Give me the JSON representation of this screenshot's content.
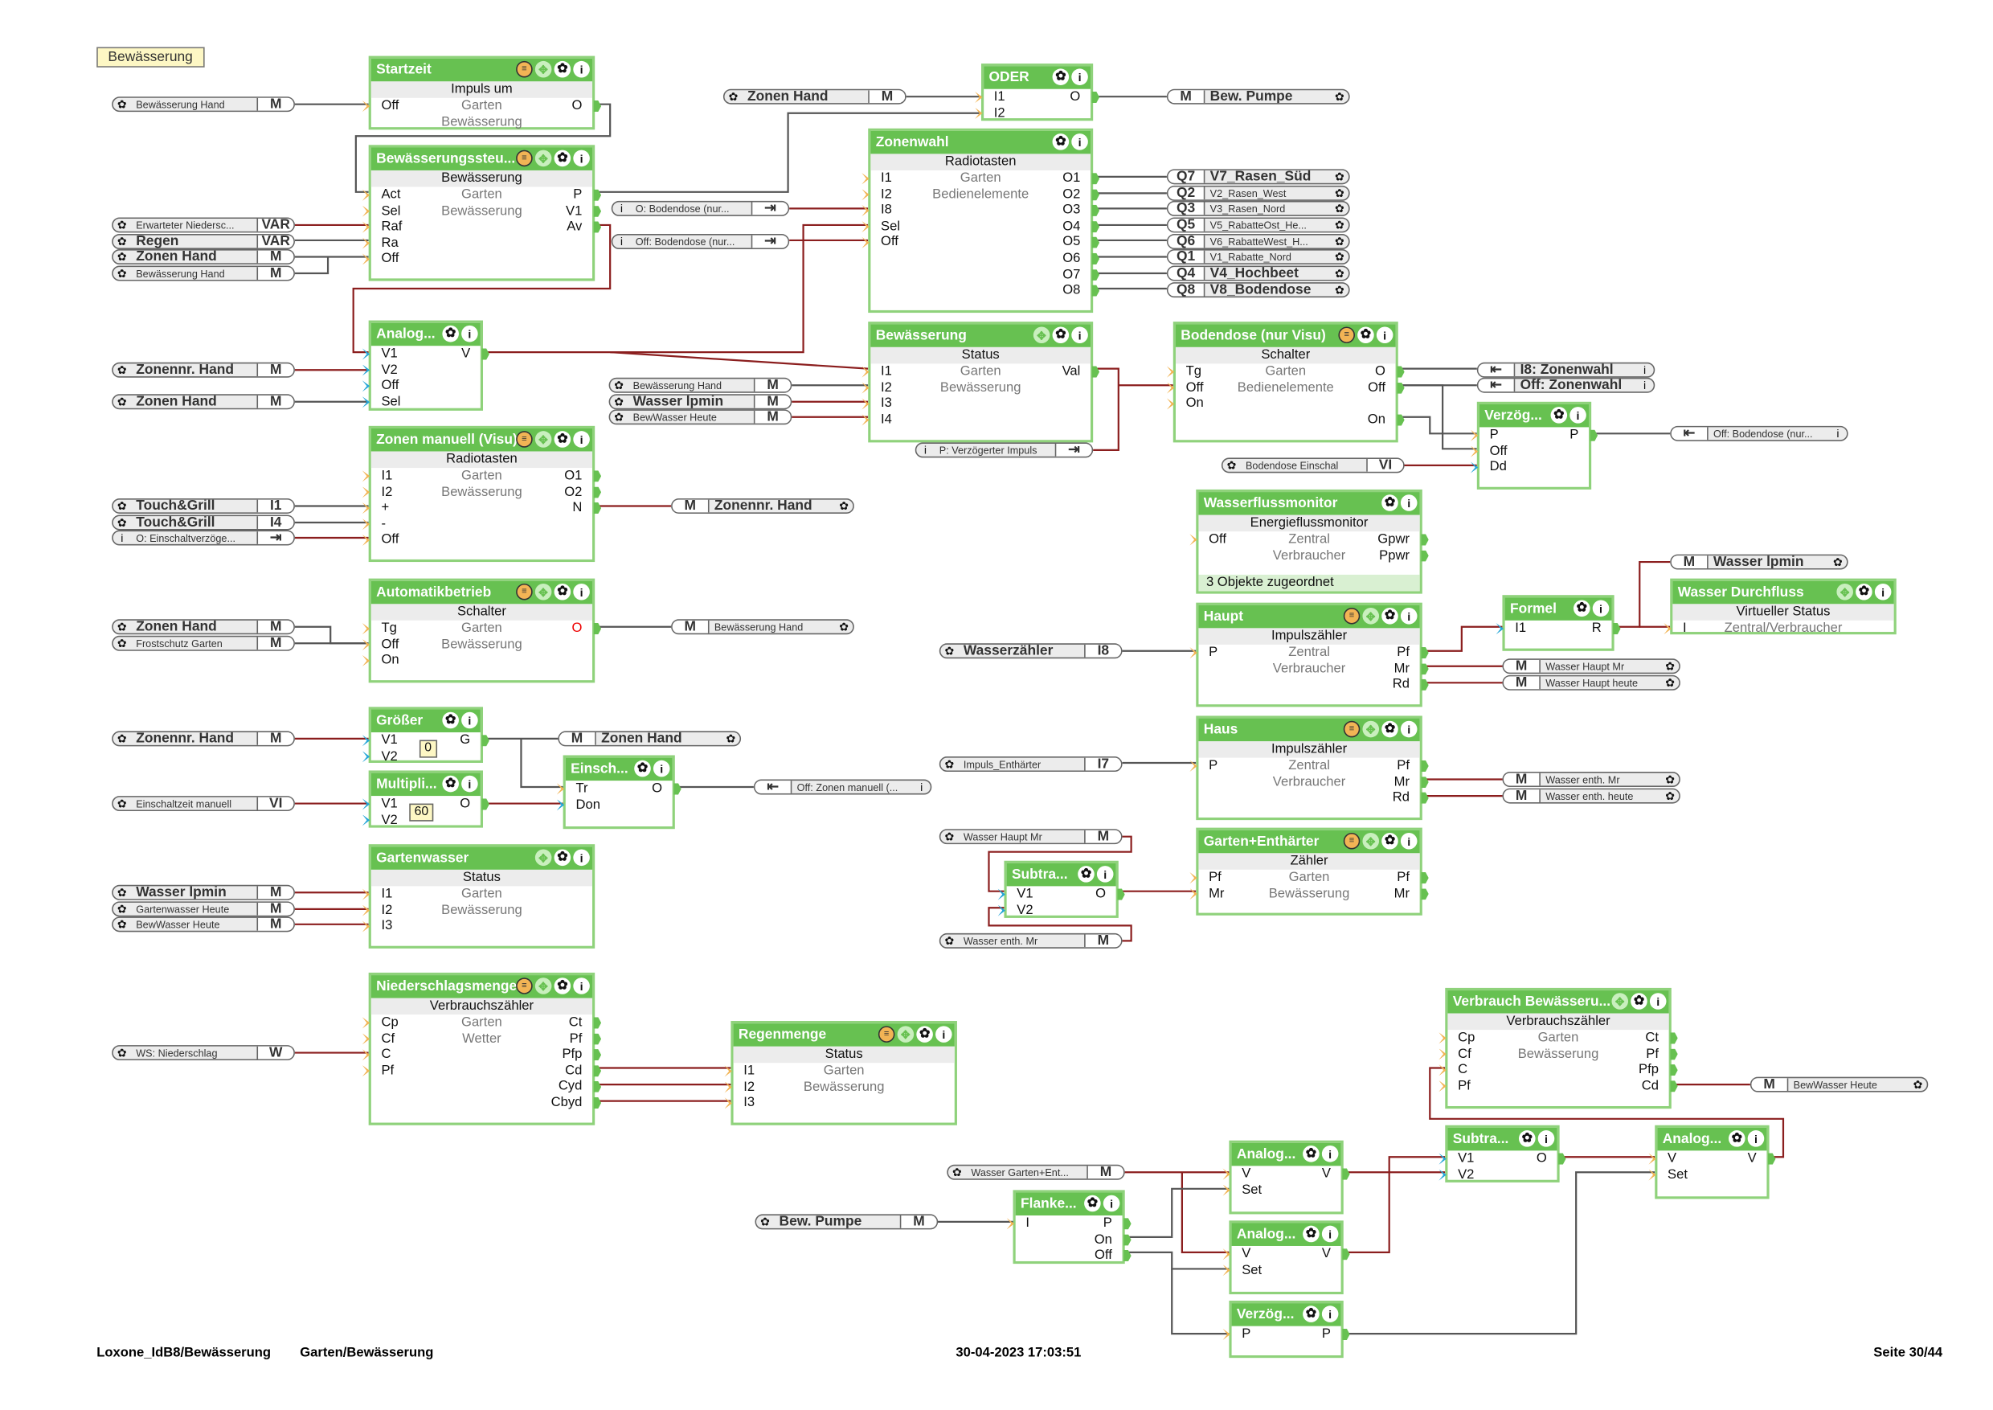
{
  "page_title_note": "Bewässerung",
  "footer": {
    "project": "Loxone_IdB8/Bewässerung",
    "location": "Garten/Bewässerung",
    "timestamp": "30-04-2023 17:03:51",
    "page": "Seite 30/44"
  },
  "blocks": [
    {
      "id": "startzeit",
      "title": "Startzeit",
      "type": "Impuls um",
      "room": "Garten",
      "cat": "Bewässerung",
      "icons": [
        "bell",
        "move",
        "gear",
        "info"
      ],
      "inputs": [
        "Off"
      ],
      "outputs": [
        "O"
      ]
    },
    {
      "id": "bewsteuer",
      "title": "Bewässerungssteu...",
      "type": "Bewässerung",
      "room": "Garten",
      "cat": "Bewässerung",
      "icons": [
        "bell",
        "move",
        "gear",
        "info"
      ],
      "inputs": [
        "Act",
        "Sel",
        "Raf",
        "Ra",
        "Off"
      ],
      "outputs": [
        "P",
        "V1",
        "Av"
      ]
    },
    {
      "id": "oder",
      "title": "ODER",
      "icons": [
        "gear",
        "info"
      ],
      "inputs": [
        "I1",
        "I2"
      ],
      "outputs": [
        "O"
      ]
    },
    {
      "id": "zonenwahl",
      "title": "Zonenwahl",
      "type": "Radiotasten",
      "room": "Garten",
      "cat": "Bedienelemente",
      "icons": [
        "gear",
        "info"
      ],
      "inputs": [
        "I1",
        "I2",
        "I8",
        "Sel",
        "Off"
      ],
      "outputs": [
        "O1",
        "O2",
        "O3",
        "O4",
        "O5",
        "O6",
        "O7",
        "O8"
      ]
    },
    {
      "id": "analog1",
      "title": "Analog...",
      "icons": [
        "gear",
        "info"
      ],
      "inputs": [
        "V1",
        "V2",
        "Off",
        "Sel"
      ],
      "outputs": [
        "V"
      ]
    },
    {
      "id": "bewstatus",
      "title": "Bewässerung",
      "type": "Status",
      "room": "Garten",
      "cat": "Bewässerung",
      "icons": [
        "move",
        "gear",
        "info"
      ],
      "inputs": [
        "I1",
        "I2",
        "I3",
        "I4"
      ],
      "outputs": [
        "Val"
      ]
    },
    {
      "id": "bodendose",
      "title": "Bodendose (nur Visu)",
      "type": "Schalter",
      "room": "Garten",
      "cat": "Bedienelemente",
      "icons": [
        "bell",
        "gear",
        "info"
      ],
      "inputs": [
        "Tg",
        "Off",
        "On"
      ],
      "outputs": [
        "O",
        "Off",
        "",
        "On"
      ]
    },
    {
      "id": "verzog1",
      "title": "Verzög...",
      "icons": [
        "gear",
        "info"
      ],
      "inputs": [
        "P",
        "Off",
        "Dd"
      ],
      "outputs": [
        "P"
      ]
    },
    {
      "id": "zonenmanuell",
      "title": "Zonen manuell (Visu)",
      "type": "Radiotasten",
      "room": "Garten",
      "cat": "Bewässerung",
      "icons": [
        "bell",
        "move",
        "gear",
        "info"
      ],
      "inputs": [
        "I1",
        "I2",
        "+",
        "-",
        "Off"
      ],
      "outputs": [
        "O1",
        "O2",
        "N"
      ]
    },
    {
      "id": "wasserfluss",
      "title": "Wasserflussmonitor",
      "type": "Energieflussmonitor",
      "room": "Zentral",
      "cat": "Verbraucher",
      "icons": [
        "gear",
        "info"
      ],
      "inputs": [
        "Off"
      ],
      "outputs": [
        "Gpwr",
        "Ppwr"
      ],
      "footer": "3 Objekte zugeordnet"
    },
    {
      "id": "automatik",
      "title": "Automatikbetrieb",
      "type": "Schalter",
      "room": "Garten",
      "cat": "Bewässerung",
      "icons": [
        "bell",
        "move",
        "gear",
        "info"
      ],
      "inputs": [
        "Tg",
        "Off",
        "On"
      ],
      "outputs": [
        "O"
      ]
    },
    {
      "id": "haupt",
      "title": "Haupt",
      "type": "Impulszähler",
      "room": "Zentral",
      "cat": "Verbraucher",
      "icons": [
        "bell",
        "move",
        "gear",
        "info"
      ],
      "inputs": [
        "P"
      ],
      "outputs": [
        "Pf",
        "Mr",
        "Rd"
      ]
    },
    {
      "id": "formel",
      "title": "Formel",
      "icons": [
        "gear",
        "info"
      ],
      "inputs": [
        "I1"
      ],
      "outputs": [
        "R"
      ]
    },
    {
      "id": "wasserdurchfluss",
      "title": "Wasser Durchfluss",
      "type": "Virtueller Status",
      "room": "Zentral/Verbraucher",
      "icons": [
        "move",
        "gear",
        "info"
      ],
      "inputs": [
        "I"
      ],
      "outputs": []
    },
    {
      "id": "grosser",
      "title": "Größer",
      "icons": [
        "gear",
        "info"
      ],
      "inputs": [
        "V1",
        "V2"
      ],
      "outputs": [
        "G"
      ],
      "constant": "0"
    },
    {
      "id": "multipli",
      "title": "Multipli...",
      "icons": [
        "gear",
        "info"
      ],
      "inputs": [
        "V1",
        "V2"
      ],
      "outputs": [
        "O"
      ],
      "constant": "60"
    },
    {
      "id": "einsch",
      "title": "Einsch...",
      "icons": [
        "gear",
        "info"
      ],
      "inputs": [
        "Tr",
        "Don"
      ],
      "outputs": [
        "O"
      ]
    },
    {
      "id": "haus",
      "title": "Haus",
      "type": "Impulszähler",
      "room": "Zentral",
      "cat": "Verbraucher",
      "icons": [
        "bell",
        "move",
        "gear",
        "info"
      ],
      "inputs": [
        "P"
      ],
      "outputs": [
        "Pf",
        "Mr",
        "Rd"
      ]
    },
    {
      "id": "gartenwasser",
      "title": "Gartenwasser",
      "type": "Status",
      "room": "Garten",
      "cat": "Bewässerung",
      "icons": [
        "move",
        "gear",
        "info"
      ],
      "inputs": [
        "I1",
        "I2",
        "I3"
      ],
      "outputs": []
    },
    {
      "id": "subtra1",
      "title": "Subtra...",
      "icons": [
        "gear",
        "info"
      ],
      "inputs": [
        "V1",
        "V2"
      ],
      "outputs": [
        "O"
      ]
    },
    {
      "id": "gartenenth",
      "title": "Garten+Enthärter",
      "type": "Zähler",
      "room": "Garten",
      "cat": "Bewässerung",
      "icons": [
        "bell",
        "move",
        "gear",
        "info"
      ],
      "inputs": [
        "Pf",
        "Mr"
      ],
      "outputs": [
        "Pf",
        "Mr"
      ]
    },
    {
      "id": "niederschlag",
      "title": "Niederschlagsmenge",
      "type": "Verbrauchszähler",
      "room": "Garten",
      "cat": "Wetter",
      "icons": [
        "bell",
        "move",
        "gear",
        "info"
      ],
      "inputs": [
        "Cp",
        "Cf",
        "C",
        "Pf"
      ],
      "outputs": [
        "Ct",
        "Pf",
        "Pfp",
        "Cd",
        "Cyd",
        "Cbyd"
      ]
    },
    {
      "id": "regenmenge",
      "title": "Regenmenge",
      "type": "Status",
      "room": "Garten",
      "cat": "Bewässerung",
      "icons": [
        "bell",
        "move",
        "gear",
        "info"
      ],
      "inputs": [
        "I1",
        "I2",
        "I3"
      ],
      "outputs": []
    },
    {
      "id": "verbrauchbew",
      "title": "Verbrauch  Bewässeru...",
      "type": "Verbrauchszähler",
      "room": "Garten",
      "cat": "Bewässerung",
      "icons": [
        "move",
        "gear",
        "info"
      ],
      "inputs": [
        "Cp",
        "Cf",
        "C",
        "Pf"
      ],
      "outputs": [
        "Ct",
        "Pf",
        "Pfp",
        "Cd"
      ]
    },
    {
      "id": "analog2",
      "title": "Analog...",
      "icons": [
        "gear",
        "info"
      ],
      "inputs": [
        "V",
        "Set"
      ],
      "outputs": [
        "V"
      ]
    },
    {
      "id": "analog3",
      "title": "Analog...",
      "icons": [
        "gear",
        "info"
      ],
      "inputs": [
        "V",
        "Set"
      ],
      "outputs": [
        "V"
      ]
    },
    {
      "id": "subtra2",
      "title": "Subtra...",
      "icons": [
        "gear",
        "info"
      ],
      "inputs": [
        "V1",
        "V2"
      ],
      "outputs": [
        "O"
      ]
    },
    {
      "id": "analog4",
      "title": "Analog...",
      "icons": [
        "gear",
        "info"
      ],
      "inputs": [
        "V",
        "Set"
      ],
      "outputs": [
        "V"
      ]
    },
    {
      "id": "flanke",
      "title": "Flanke...",
      "icons": [
        "gear",
        "info"
      ],
      "inputs": [
        "I"
      ],
      "outputs": [
        "P",
        "On",
        "Off"
      ]
    },
    {
      "id": "verzog2",
      "title": "Verzög...",
      "icons": [
        "gear",
        "info"
      ],
      "inputs": [
        "P"
      ],
      "outputs": [
        "P"
      ]
    }
  ],
  "connectors": [
    {
      "label": "Bewässerung Hand",
      "kind": "M",
      "icon": "gear",
      "bold": false
    },
    {
      "label": "Erwarteter  Niedersc...",
      "kind": "VAR",
      "icon": "gear",
      "bold": false
    },
    {
      "label": "Regen",
      "kind": "VAR",
      "icon": "gear",
      "bold": true
    },
    {
      "label": "Zonen Hand",
      "kind": "M",
      "icon": "gear",
      "bold": true
    },
    {
      "label": "Bewässerung Hand",
      "kind": "M",
      "icon": "gear",
      "bold": false
    },
    {
      "label": "Zonen Hand",
      "kind": "M",
      "icon": "gear",
      "bold": true
    },
    {
      "label": "Bew. Pumpe",
      "kind": "M",
      "icon": "gear",
      "bold": true
    },
    {
      "label": "O: Bodendose (nur...",
      "kind": "⇥",
      "icon": "info",
      "bold": false
    },
    {
      "label": "Off: Bodendose (nur...",
      "kind": "⇥",
      "icon": "info",
      "bold": false
    },
    {
      "label": "V7_Rasen_Süd",
      "kind": "Q7",
      "icon": "gear",
      "bold": true
    },
    {
      "label": "V2_Rasen_West",
      "kind": "Q2",
      "icon": "gear",
      "bold": false
    },
    {
      "label": "V3_Rasen_Nord",
      "kind": "Q3",
      "icon": "gear",
      "bold": false
    },
    {
      "label": "V5_RabatteOst_He...",
      "kind": "Q5",
      "icon": "gear",
      "bold": false
    },
    {
      "label": "V6_RabatteWest_H...",
      "kind": "Q6",
      "icon": "gear",
      "bold": false
    },
    {
      "label": "V1_Rabatte_Nord",
      "kind": "Q1",
      "icon": "gear",
      "bold": false
    },
    {
      "label": "V4_Hochbeet",
      "kind": "Q4",
      "icon": "gear",
      "bold": true
    },
    {
      "label": "V8_Bodendose",
      "kind": "Q8",
      "icon": "gear",
      "bold": true
    },
    {
      "label": "Zonennr. Hand",
      "kind": "M",
      "icon": "gear",
      "bold": true
    },
    {
      "label": "Zonen Hand",
      "kind": "M",
      "icon": "gear",
      "bold": true
    },
    {
      "label": "Bewässerung Hand",
      "kind": "M",
      "icon": "gear",
      "bold": false
    },
    {
      "label": "Wasser lpmin",
      "kind": "M",
      "icon": "gear",
      "bold": true
    },
    {
      "label": "BewWasser Heute",
      "kind": "M",
      "icon": "gear",
      "bold": false
    },
    {
      "label": "P: Verzögerter Impuls",
      "kind": "⇥",
      "icon": "info",
      "bold": false
    },
    {
      "label": "I8: Zonenwahl",
      "kind": "⇤",
      "icon": "info",
      "bold": true
    },
    {
      "label": "Off: Zonenwahl",
      "kind": "⇤",
      "icon": "info",
      "bold": true
    },
    {
      "label": "Bodendose  Einschal",
      "kind": "VI",
      "icon": "gear",
      "bold": false
    },
    {
      "label": "Off: Bodendose (nur...",
      "kind": "⇤",
      "icon": "info",
      "bold": false
    },
    {
      "label": "Touch&Grill",
      "kind": "I1",
      "icon": "gear",
      "bold": true
    },
    {
      "label": "Touch&Grill",
      "kind": "I4",
      "icon": "gear",
      "bold": true
    },
    {
      "label": "O:  Einschaltverzöge...",
      "kind": "⇥",
      "icon": "info",
      "bold": false
    },
    {
      "label": "Zonennr. Hand",
      "kind": "M",
      "icon": "gear",
      "bold": true
    },
    {
      "label": "Wasser lpmin",
      "kind": "M",
      "icon": "gear",
      "bold": true
    },
    {
      "label": "Zonen Hand",
      "kind": "M",
      "icon": "gear",
      "bold": true
    },
    {
      "label": "Frostschutz Garten",
      "kind": "M",
      "icon": "gear",
      "bold": false
    },
    {
      "label": "Bewässerung Hand",
      "kind": "M",
      "icon": "gear",
      "bold": false
    },
    {
      "label": "Wasserzähler",
      "kind": "I8",
      "icon": "gear",
      "bold": true
    },
    {
      "label": "Wasser Haupt Mr",
      "kind": "M",
      "icon": "gear",
      "bold": false
    },
    {
      "label": "Wasser Haupt heute",
      "kind": "M",
      "icon": "gear",
      "bold": false
    },
    {
      "label": "Zonennr. Hand",
      "kind": "M",
      "icon": "gear",
      "bold": true
    },
    {
      "label": "Zonen Hand",
      "kind": "M",
      "icon": "gear",
      "bold": true
    },
    {
      "label": "Einschaltzeit manuell",
      "kind": "VI",
      "icon": "gear",
      "bold": false
    },
    {
      "label": "Off: Zonen manuell (...",
      "kind": "⇤",
      "icon": "info",
      "bold": false
    },
    {
      "label": "Impuls_Enthärter",
      "kind": "I7",
      "icon": "gear",
      "bold": false
    },
    {
      "label": "Wasser enth. Mr",
      "kind": "M",
      "icon": "gear",
      "bold": false
    },
    {
      "label": "Wasser enth. heute",
      "kind": "M",
      "icon": "gear",
      "bold": false
    },
    {
      "label": "Wasser Haupt Mr",
      "kind": "M",
      "icon": "gear",
      "bold": false
    },
    {
      "label": "Wasser enth. Mr",
      "kind": "M",
      "icon": "gear",
      "bold": false
    },
    {
      "label": "Wasser lpmin",
      "kind": "M",
      "icon": "gear",
      "bold": true
    },
    {
      "label": "Gartenwasser Heute",
      "kind": "M",
      "icon": "gear",
      "bold": false
    },
    {
      "label": "BewWasser Heute",
      "kind": "M",
      "icon": "gear",
      "bold": false
    },
    {
      "label": "WS: Niederschlag",
      "kind": "W",
      "icon": "gear",
      "bold": false
    },
    {
      "label": "BewWasser Heute",
      "kind": "M",
      "icon": "gear",
      "bold": false
    },
    {
      "label": "Wasser  Garten+Ent...",
      "kind": "M",
      "icon": "gear",
      "bold": false
    },
    {
      "label": "Bew. Pumpe",
      "kind": "M",
      "icon": "gear",
      "bold": true
    }
  ],
  "colors": {
    "block_header": "#67c151",
    "block_border": "#8fd27b",
    "wire_analog": "#8b1e1e",
    "wire_digital": "#555555",
    "input_digital": "#f2b455",
    "input_analog": "#26a6d8"
  }
}
